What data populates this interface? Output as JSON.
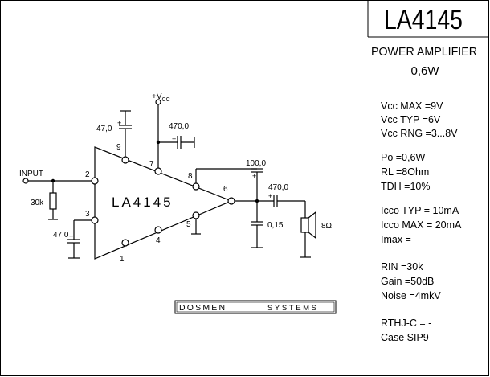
{
  "title": {
    "part": "LA4145",
    "subtitle": "POWER AMPLIFIER",
    "power": "0,6W"
  },
  "chip_label": "LA4145",
  "labels": {
    "input": "INPUT",
    "vcc": "+V",
    "vcc_sub": "CC",
    "r_in": "30k",
    "c_pin3": "47,0",
    "c_pin9": "47,0",
    "c_vcc": "470,0",
    "c_fb": "100,0",
    "c_out": "470,0",
    "c_snub": "0,15",
    "speaker": "8Ω"
  },
  "pins": {
    "p1": "1",
    "p2": "2",
    "p3": "3",
    "p4": "4",
    "p5": "5",
    "p6": "6",
    "p7": "7",
    "p8": "8",
    "p9": "9"
  },
  "logo": {
    "left": "DOSMEN",
    "right": "SYSTEMS"
  },
  "specs": {
    "vcc_max": "Vcc MAX =9V",
    "vcc_typ": "Vcc TYP =6V",
    "vcc_rng": "Vcc RNG =3...8V",
    "po": "Po =0,6W",
    "rl": "RL =8Ohm",
    "tdh": "TDH =10%",
    "icco_typ": "Icco TYP = 10mA",
    "icco_max": "Icco MAX = 20mA",
    "imax": "Imax = -",
    "rin": "RIN =30k",
    "gain": "Gain =50dB",
    "noise": "Noise =4mkV",
    "rthj": "RTHJ-C = -",
    "case": "Case SIP9"
  }
}
